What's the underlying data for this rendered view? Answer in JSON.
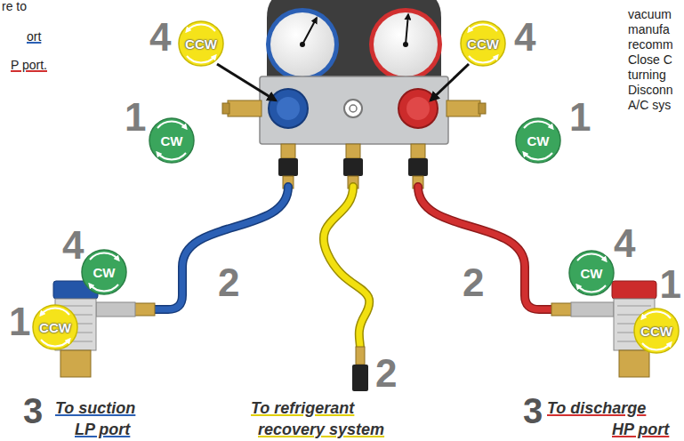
{
  "diagram": {
    "nodes": [
      {
        "text": [
          "CCW"
        ]
      },
      {
        "text": [
          "CCW"
        ]
      },
      {
        "text": [
          "CW"
        ]
      },
      {
        "text": [
          "CW"
        ]
      },
      {
        "text": [
          "CW"
        ]
      },
      {
        "text": [
          "CW"
        ]
      },
      {
        "text": [
          "CCW"
        ]
      },
      {
        "text": [
          "CCW"
        ]
      }
    ],
    "labels": [
      "re to",
      "ort",
      "P port.",
      "vacuum",
      "manufa",
      "recomm",
      "Close C",
      "turning",
      "Disconn",
      "A/C sys",
      "4",
      "1",
      "4",
      "1",
      "4",
      "1",
      "2",
      "2",
      "2",
      "4",
      "1",
      "3",
      "To suction",
      "LP port",
      "To refrigerant",
      "recovery system",
      "3",
      "To discharge",
      "HP port"
    ]
  }
}
